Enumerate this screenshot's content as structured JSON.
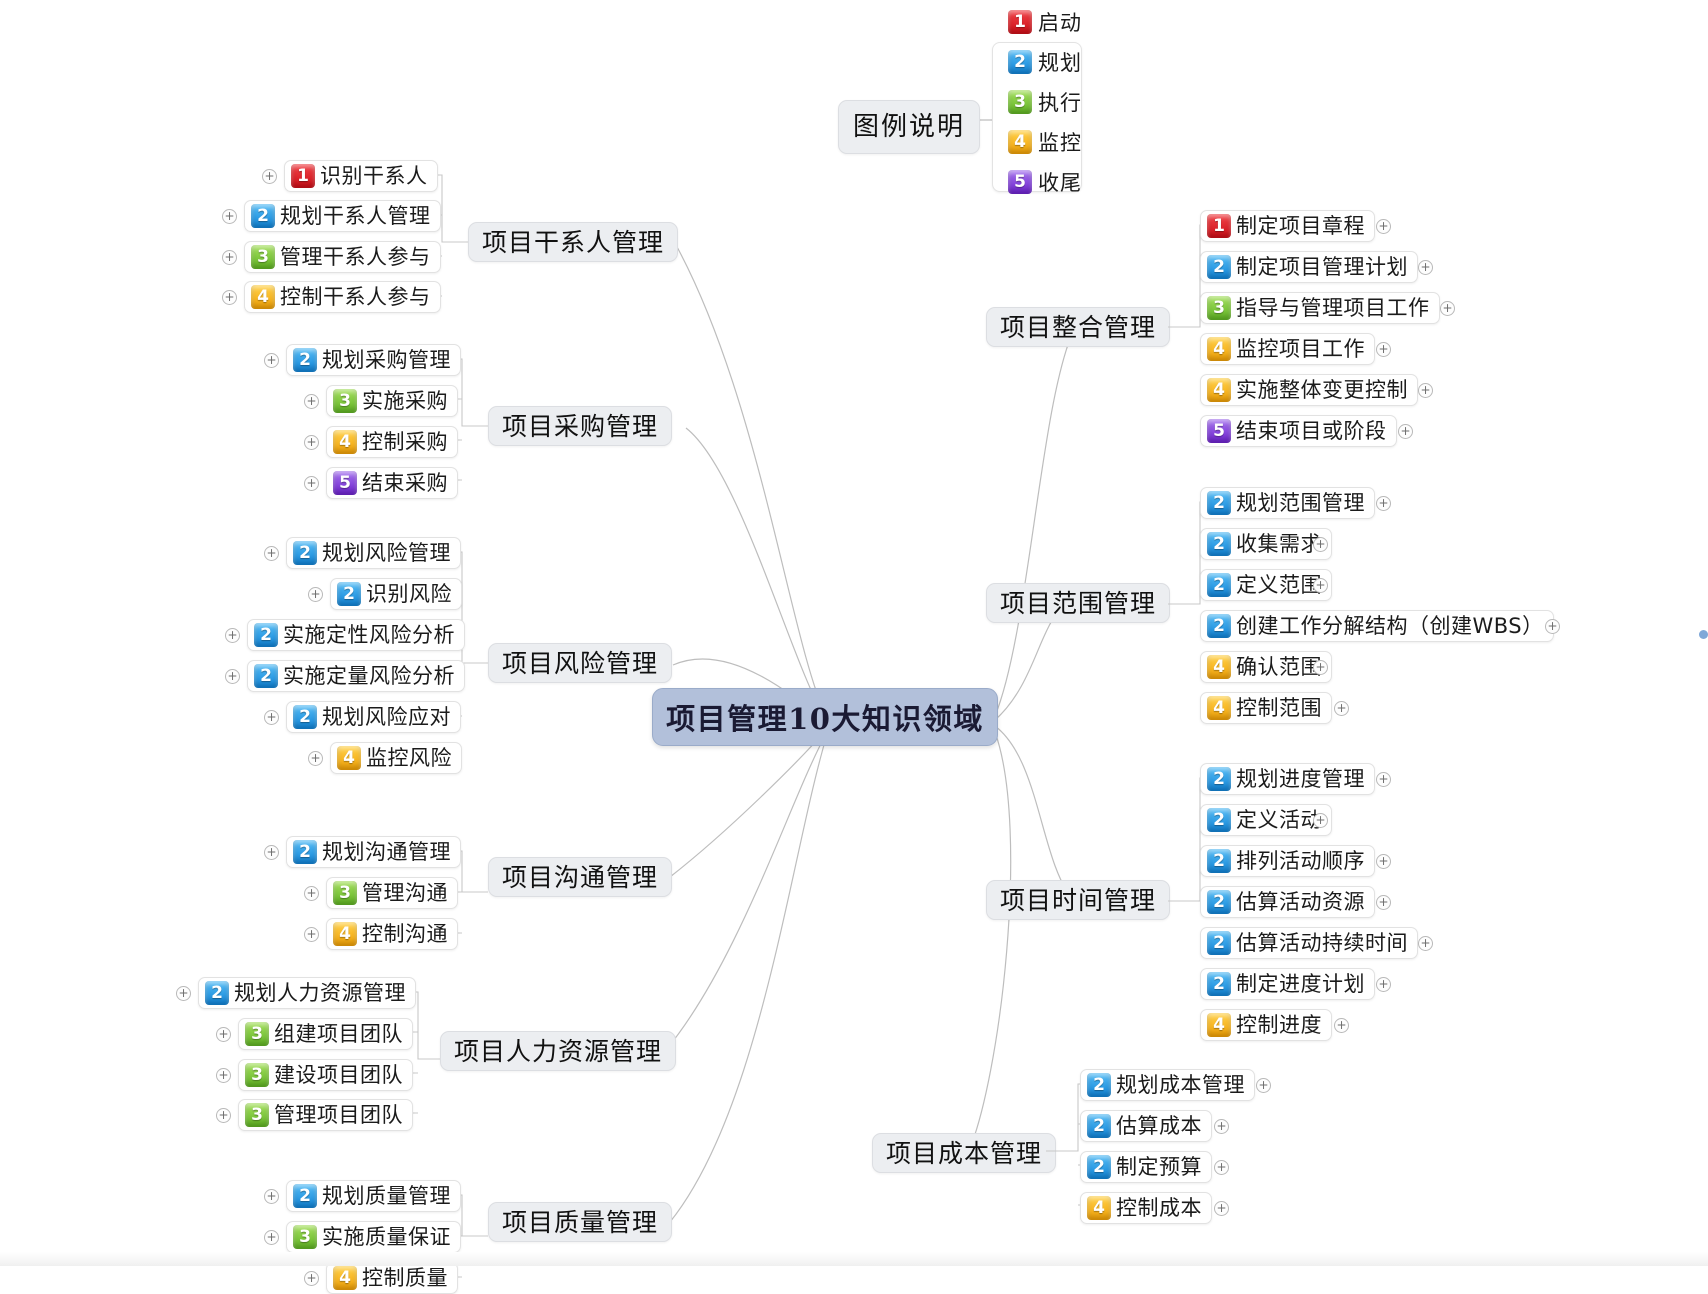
{
  "root": {
    "label": "项目管理10大知识领域",
    "color": "#b2c0da"
  },
  "legend": {
    "title": "图例说明",
    "items": [
      {
        "num": "1",
        "label": "启动",
        "color": "#cf0d16"
      },
      {
        "num": "2",
        "label": "规划",
        "color": "#0f84d8"
      },
      {
        "num": "3",
        "label": "执行",
        "color": "#5fb422"
      },
      {
        "num": "4",
        "label": "监控",
        "color": "#f2a104"
      },
      {
        "num": "5",
        "label": "收尾",
        "color": "#6d21cf"
      }
    ]
  },
  "branches": {
    "stakeholder": {
      "label": "项目干系人管理",
      "items": [
        {
          "num": "1",
          "label": "识别干系人"
        },
        {
          "num": "2",
          "label": "规划干系人管理"
        },
        {
          "num": "3",
          "label": "管理干系人参与"
        },
        {
          "num": "4",
          "label": "控制干系人参与"
        }
      ]
    },
    "procurement": {
      "label": "项目采购管理",
      "items": [
        {
          "num": "2",
          "label": "规划采购管理"
        },
        {
          "num": "3",
          "label": "实施采购"
        },
        {
          "num": "4",
          "label": "控制采购"
        },
        {
          "num": "5",
          "label": "结束采购"
        }
      ]
    },
    "risk": {
      "label": "项目风险管理",
      "items": [
        {
          "num": "2",
          "label": "规划风险管理"
        },
        {
          "num": "2",
          "label": "识别风险"
        },
        {
          "num": "2",
          "label": "实施定性风险分析"
        },
        {
          "num": "2",
          "label": "实施定量风险分析"
        },
        {
          "num": "2",
          "label": "规划风险应对"
        },
        {
          "num": "4",
          "label": "监控风险"
        }
      ]
    },
    "communication": {
      "label": "项目沟通管理",
      "items": [
        {
          "num": "2",
          "label": "规划沟通管理"
        },
        {
          "num": "3",
          "label": "管理沟通"
        },
        {
          "num": "4",
          "label": "控制沟通"
        }
      ]
    },
    "hr": {
      "label": "项目人力资源管理",
      "items": [
        {
          "num": "2",
          "label": "规划人力资源管理"
        },
        {
          "num": "3",
          "label": "组建项目团队"
        },
        {
          "num": "3",
          "label": "建设项目团队"
        },
        {
          "num": "3",
          "label": "管理项目团队"
        }
      ]
    },
    "quality": {
      "label": "项目质量管理",
      "items": [
        {
          "num": "2",
          "label": "规划质量管理"
        },
        {
          "num": "3",
          "label": "实施质量保证"
        },
        {
          "num": "4",
          "label": "控制质量"
        }
      ]
    },
    "integration": {
      "label": "项目整合管理",
      "items": [
        {
          "num": "1",
          "label": "制定项目章程"
        },
        {
          "num": "2",
          "label": "制定项目管理计划"
        },
        {
          "num": "3",
          "label": "指导与管理项目工作"
        },
        {
          "num": "4",
          "label": "监控项目工作"
        },
        {
          "num": "4",
          "label": "实施整体变更控制"
        },
        {
          "num": "5",
          "label": "结束项目或阶段"
        }
      ]
    },
    "scope": {
      "label": "项目范围管理",
      "items": [
        {
          "num": "2",
          "label": "规划范围管理"
        },
        {
          "num": "2",
          "label": "收集需求"
        },
        {
          "num": "2",
          "label": "定义范围"
        },
        {
          "num": "2",
          "label": "创建工作分解结构（创建WBS）"
        },
        {
          "num": "4",
          "label": "确认范围"
        },
        {
          "num": "4",
          "label": "控制范围"
        }
      ]
    },
    "time": {
      "label": "项目时间管理",
      "items": [
        {
          "num": "2",
          "label": "规划进度管理"
        },
        {
          "num": "2",
          "label": "定义活动"
        },
        {
          "num": "2",
          "label": "排列活动顺序"
        },
        {
          "num": "2",
          "label": "估算活动资源"
        },
        {
          "num": "2",
          "label": "估算活动持续时间"
        },
        {
          "num": "2",
          "label": "制定进度计划"
        },
        {
          "num": "4",
          "label": "控制进度"
        }
      ]
    },
    "cost": {
      "label": "项目成本管理",
      "items": [
        {
          "num": "2",
          "label": "规划成本管理"
        },
        {
          "num": "2",
          "label": "估算成本"
        },
        {
          "num": "2",
          "label": "制定预算"
        },
        {
          "num": "4",
          "label": "控制成本"
        }
      ]
    }
  },
  "expand_icon": "+"
}
